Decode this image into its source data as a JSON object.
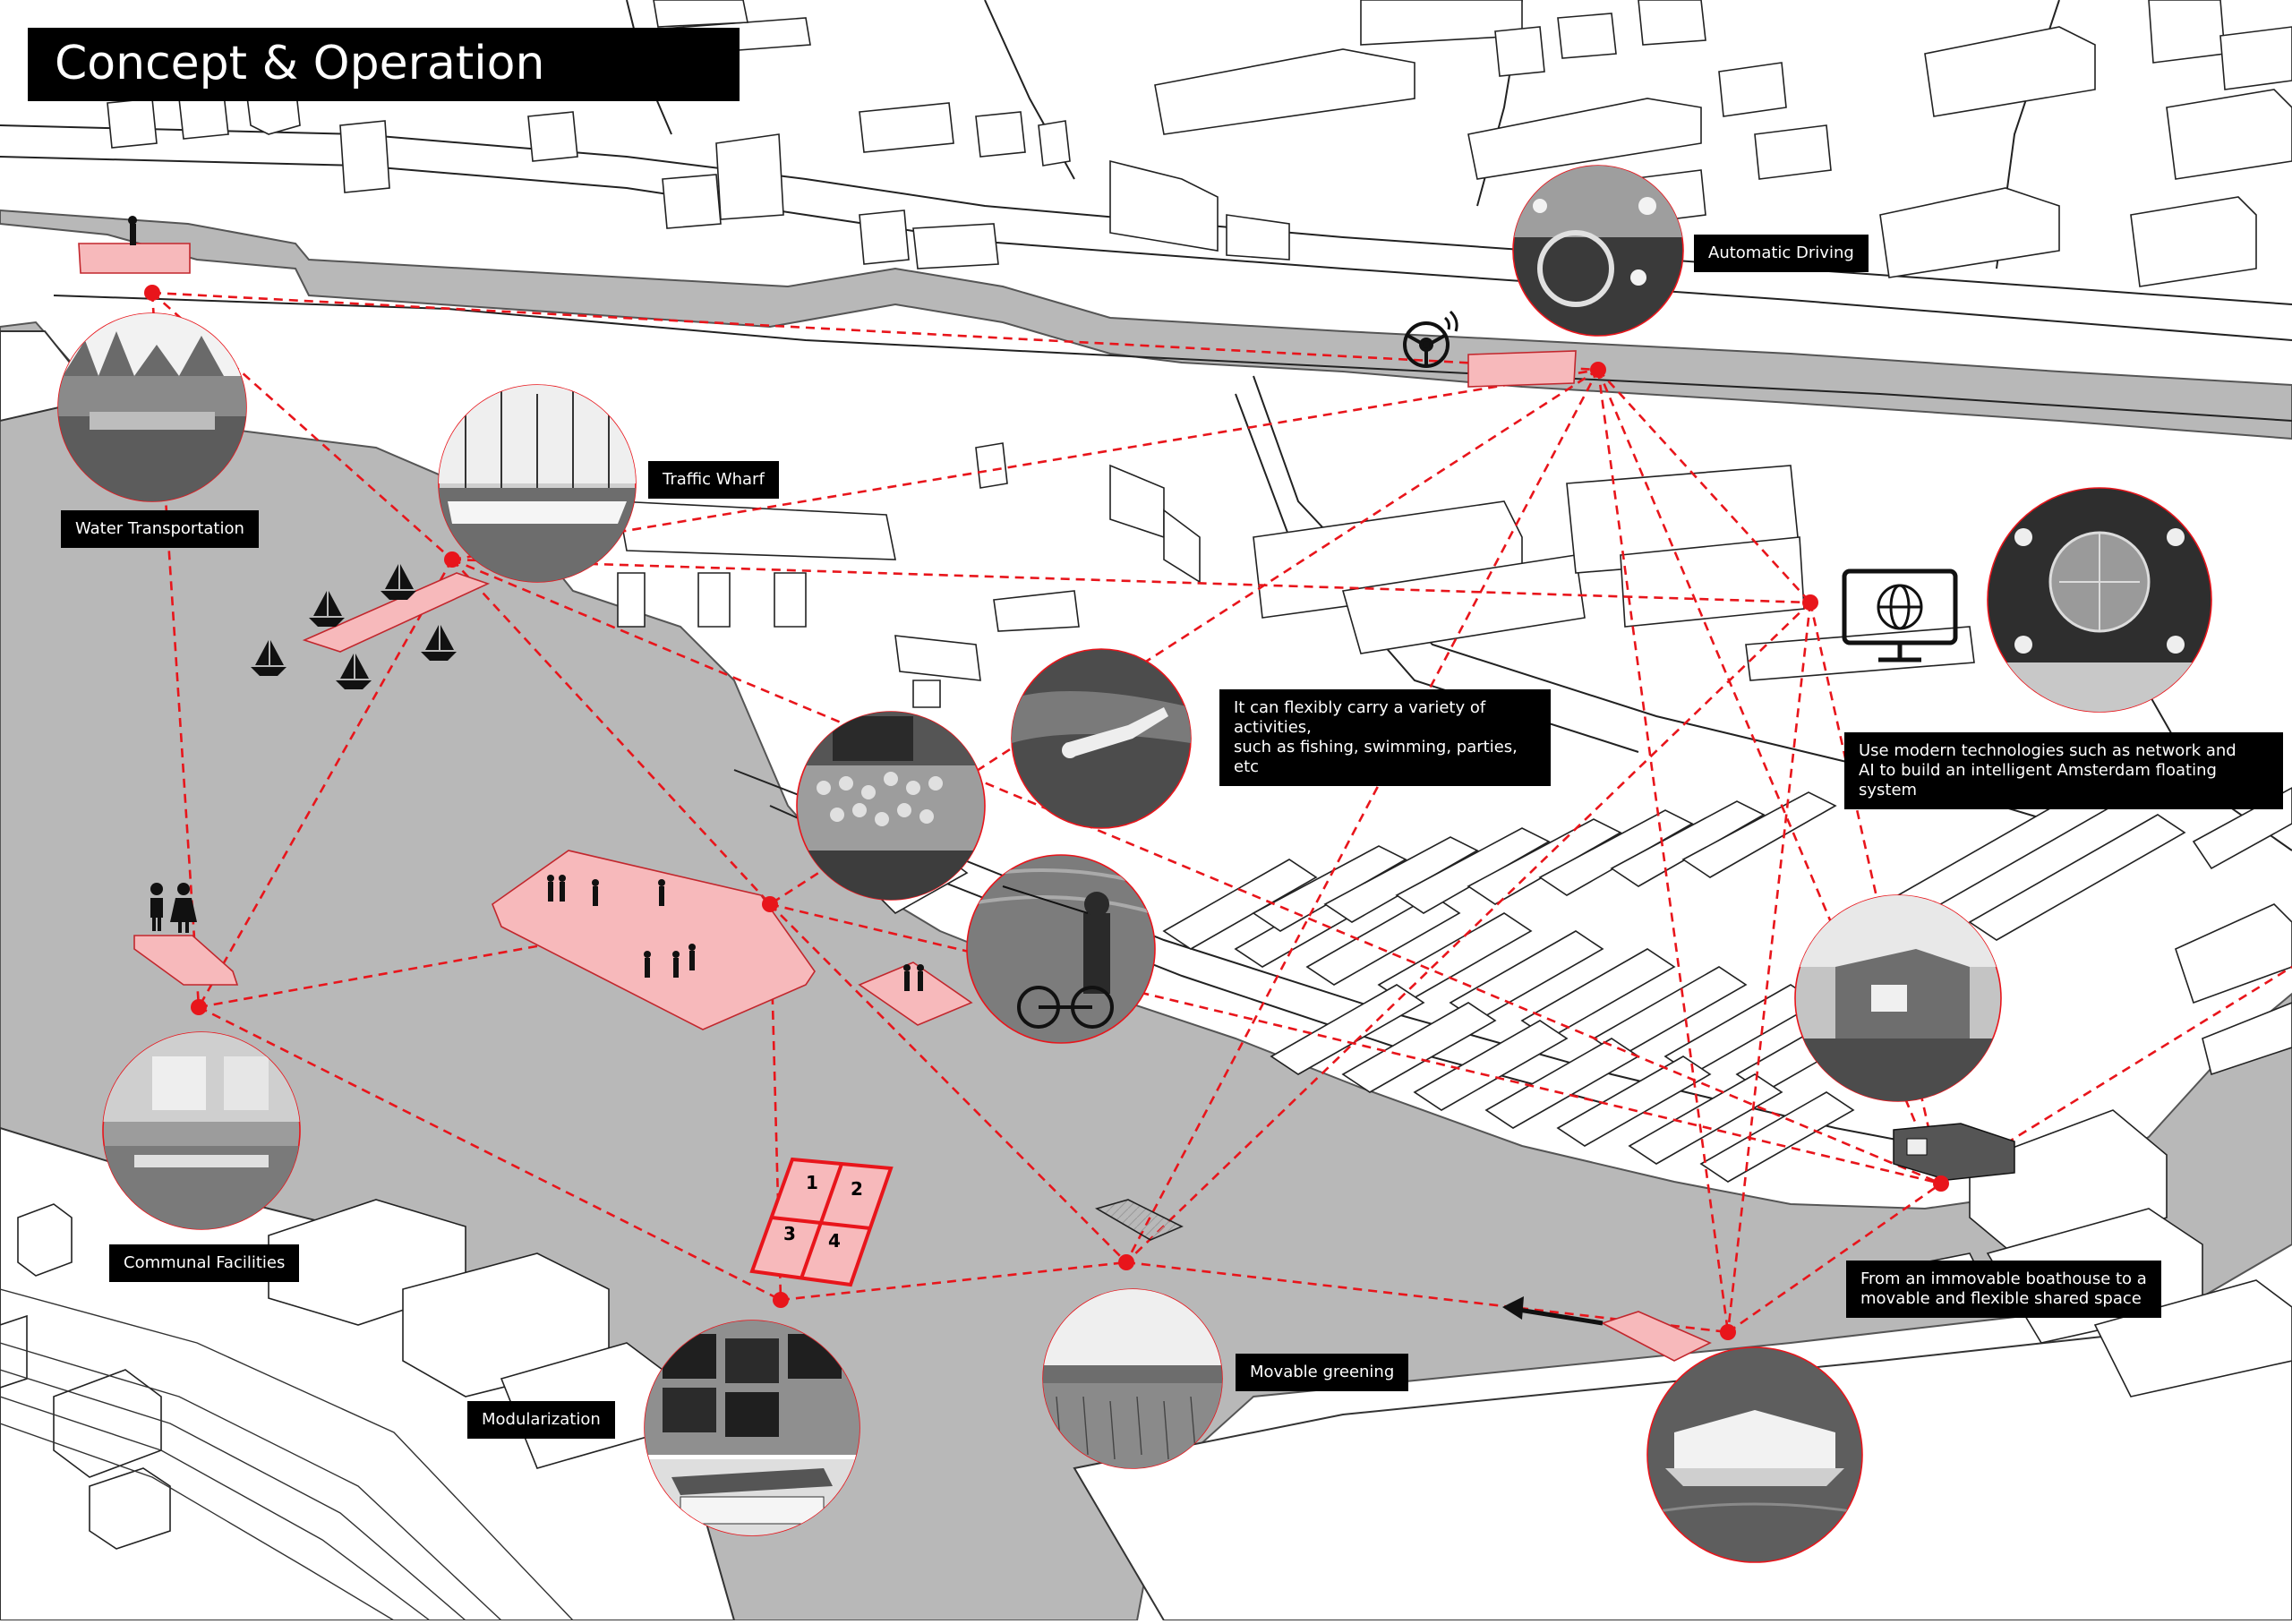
{
  "title": "Concept & Operation",
  "colors": {
    "accent": "#e8151b",
    "platform_fill": "#f7b9bb",
    "water": "#b8b8b8",
    "land": "#ffffff",
    "label_bg": "#000000"
  },
  "labels": {
    "automatic_driving": "Automatic Driving",
    "water_transportation": "Water Transportation",
    "traffic_wharf": "Traffic Wharf",
    "activities_line1": "It can flexibly carry a variety of activities,",
    "activities_line2": "such as fishing, swimming, parties, etc",
    "technology_line1": "Use modern technologies such as network and",
    "technology_line2": "AI to build an intelligent Amsterdam floating system",
    "communal_facilities": "Communal Facilities",
    "modularization": "Modularization",
    "movable_greening": "Movable greening",
    "boathouse_line1": "From an immovable boathouse to a",
    "boathouse_line2": "movable and flexible shared space"
  },
  "module_numbers": [
    "1",
    "2",
    "3",
    "4"
  ],
  "icons": [
    "steering-wheel-icon",
    "computer-globe-icon",
    "toilet-icon",
    "boat-icon",
    "arrow-left-icon"
  ]
}
